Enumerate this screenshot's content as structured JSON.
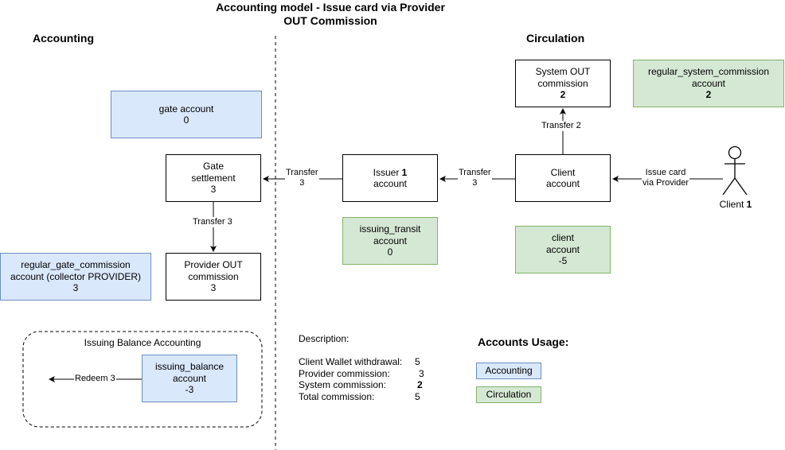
{
  "title_line1": "Accounting model - Issue card via Provider",
  "title_line2": "OUT Commission",
  "headings": {
    "accounting": "Accounting",
    "circulation": "Circulation"
  },
  "boxes": {
    "gate_account": {
      "name": "gate account",
      "value": "0"
    },
    "gate_settlement": {
      "line1": "Gate",
      "line2": "settlement",
      "value": "3"
    },
    "provider_out": {
      "line1": "Provider OUT",
      "line2": "commission",
      "value": "3"
    },
    "regular_gate": {
      "line1": "regular_gate_commission",
      "line2": "account (collector PROVIDER)",
      "value": "3"
    },
    "issuer": {
      "line1": "Issuer",
      "line1_num": "1",
      "line2": "account"
    },
    "issuing_transit": {
      "line1": "issuing_transit",
      "line2": "account",
      "value": "0"
    },
    "system_out": {
      "line1": "System OUT",
      "line2": "commission",
      "value": "2"
    },
    "regular_system": {
      "line1": "regular_system_commission",
      "line2": "account",
      "value": "2"
    },
    "client_account": {
      "line1": "Client",
      "line2": "account"
    },
    "client": {
      "line1": "client",
      "line2": "account",
      "value": "-5"
    },
    "issuing_balance": {
      "line1": "issuing_balance",
      "line2": "account",
      "value": "-3"
    }
  },
  "edges": {
    "transfer_gate": {
      "line1": "Transfer",
      "line2": "3"
    },
    "transfer_issuer": {
      "line1": "Transfer",
      "line2": "3"
    },
    "transfer_provider": "Transfer 3",
    "transfer_system": "Transfer 2",
    "issue_card": {
      "line1": "Issue card",
      "line2": "via Provider"
    },
    "redeem": "Redeem 3"
  },
  "actor": {
    "label": "Client",
    "num": "1"
  },
  "group": {
    "label": "Issuing Balance Accounting"
  },
  "description": {
    "heading": "Description:",
    "rows": [
      {
        "label": "Client Wallet withdrawal:",
        "value": "5"
      },
      {
        "label": "Provider commission:",
        "value": "3"
      },
      {
        "label": "System commission:",
        "value": "2"
      },
      {
        "label": "Total commission:",
        "value": "5"
      }
    ]
  },
  "usage": {
    "heading": "Accounts Usage:",
    "accounting": "Accounting",
    "circulation": "Circulation"
  },
  "colors": {
    "blue_fill": "#dae8fc",
    "blue_stroke": "#6c8ebf",
    "green_fill": "#d5e8d4",
    "green_stroke": "#82b366"
  }
}
